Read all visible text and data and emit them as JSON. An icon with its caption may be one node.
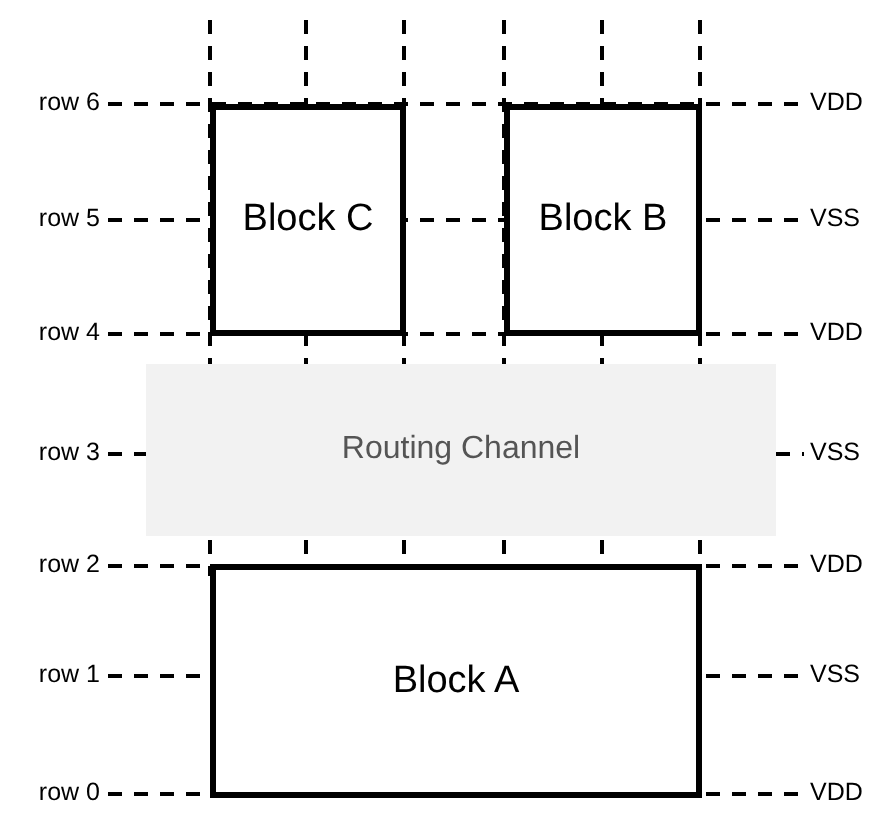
{
  "diagram": {
    "nodes": [
      {
        "text": [
          "Block C"
        ]
      },
      {
        "text": [
          "Block B"
        ]
      },
      {
        "text": [
          "Routing Channel"
        ]
      },
      {
        "text": [
          "Block A"
        ]
      }
    ],
    "labels": [
      "row 6",
      "VDD",
      "row 5",
      "VSS",
      "row 4",
      "VDD",
      "row 3",
      "VSS",
      "row 2",
      "VDD",
      "row 1",
      "VSS",
      "row 0",
      "VDD"
    ]
  }
}
